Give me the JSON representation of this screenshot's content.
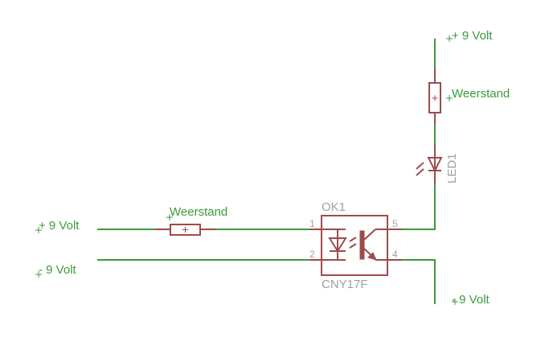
{
  "colors": {
    "wire": "#3c9a3c",
    "symbol": "#9e4b4b",
    "part_label": "#a0a0a0"
  },
  "labels": {
    "top_supply": "+ 9 Volt",
    "top_resistor": "Weerstand",
    "led_name": "LED1",
    "left_supply_plus": "+ 9 Volt",
    "left_supply_minus": "- 9 Volt",
    "left_resistor": "Weerstand",
    "right_supply_minus": "- 9 Volt",
    "optocoupler_name": "OK1",
    "optocoupler_value": "CNY17F",
    "pins": [
      "1",
      "2",
      "5",
      "4"
    ]
  }
}
